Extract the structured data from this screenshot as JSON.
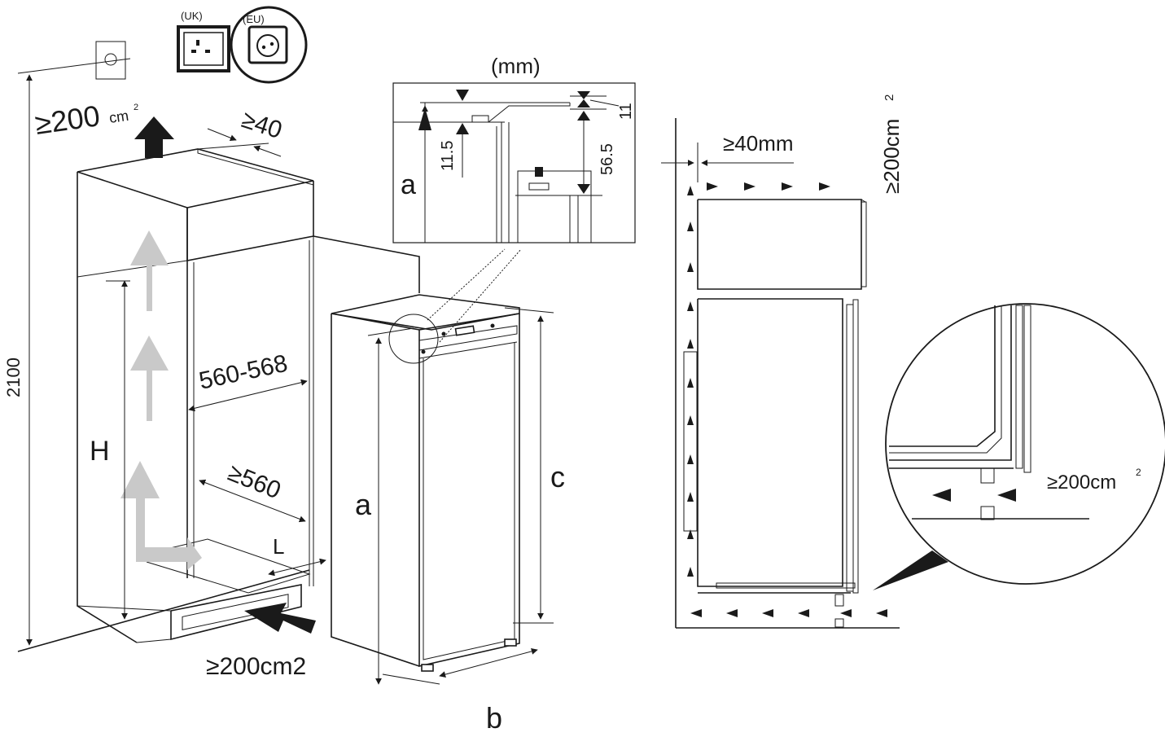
{
  "socket": {
    "uk_label": "(UK)",
    "eu_label": "(EU)"
  },
  "labels": {
    "vent_top": "≥200",
    "vent_top_unit": "cm",
    "vent_top_sup": "2",
    "gap_top": "≥40",
    "height_total": "2100",
    "height_H": "H",
    "width_range": "560-568",
    "depth_min": "≥560",
    "L": "L",
    "vent_bottom": "≥200cm2",
    "a_front": "a",
    "c_height": "c",
    "b_width": "b"
  },
  "detail": {
    "unit": "(mm)",
    "a": "a",
    "d11_5": "11.5",
    "d56_5": "56.5",
    "d11": "11"
  },
  "side_view": {
    "gap": "≥40mm",
    "vent_top": "≥200cm",
    "vent_top_sup": "2",
    "vent_circle": "≥200cm",
    "vent_circle_sup": "2"
  }
}
